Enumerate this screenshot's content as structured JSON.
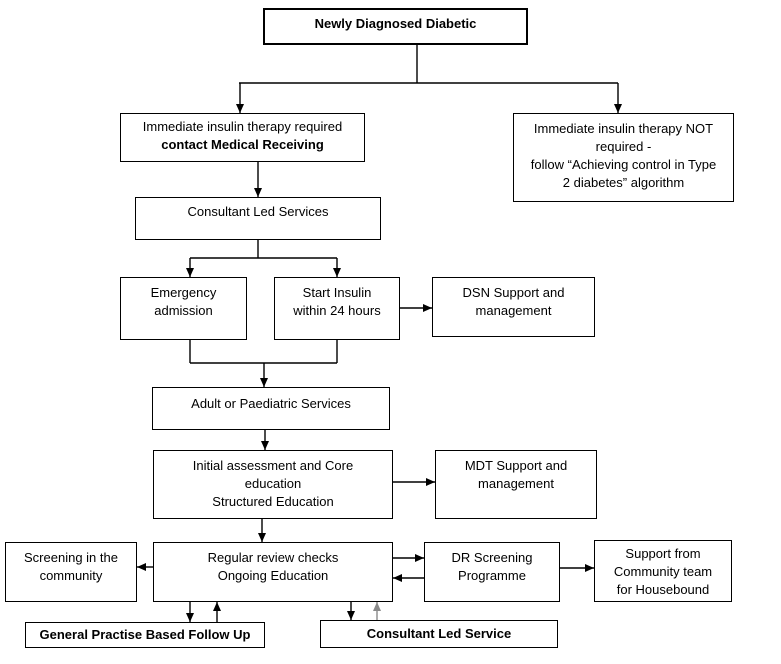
{
  "nodes": [
    {
      "id": "newly-diagnosed-diabetic",
      "lines": [
        "Newly Diagnosed Diabetic"
      ]
    },
    {
      "id": "immediate-insulin-required",
      "lines": [
        "Immediate insulin therapy required",
        "contact Medical Receiving"
      ]
    },
    {
      "id": "immediate-insulin-not-required",
      "lines": [
        "Immediate insulin therapy NOT",
        "required -",
        "follow “Achieving control in Type",
        "2 diabetes” algorithm"
      ]
    },
    {
      "id": "consultant-led-services",
      "lines": [
        "Consultant Led Services"
      ]
    },
    {
      "id": "emergency-admission",
      "lines": [
        "Emergency",
        "admission"
      ]
    },
    {
      "id": "start-insulin-24h",
      "lines": [
        "Start Insulin",
        "within 24 hours"
      ]
    },
    {
      "id": "dsn-support",
      "lines": [
        "DSN Support and",
        "management"
      ]
    },
    {
      "id": "adult-paediatric-services",
      "lines": [
        "Adult or Paediatric Services"
      ]
    },
    {
      "id": "initial-assessment",
      "lines": [
        "Initial assessment and Core",
        "education",
        "Structured Education"
      ]
    },
    {
      "id": "mdt-support",
      "lines": [
        "MDT Support and",
        "management"
      ]
    },
    {
      "id": "screening-community",
      "lines": [
        "Screening in the",
        "community"
      ]
    },
    {
      "id": "regular-review",
      "lines": [
        "Regular review checks",
        "Ongoing Education"
      ]
    },
    {
      "id": "dr-screening",
      "lines": [
        "DR Screening",
        "Programme"
      ]
    },
    {
      "id": "community-team-support",
      "lines": [
        "Support from",
        "Community team",
        "for Housebound"
      ]
    },
    {
      "id": "gp-follow-up",
      "lines": [
        "General Practise Based Follow Up"
      ]
    },
    {
      "id": "consultant-led-service",
      "lines": [
        "Consultant Led Service"
      ]
    }
  ],
  "edges": [
    {
      "from": "newly-diagnosed-diabetic",
      "to": "immediate-insulin-required"
    },
    {
      "from": "newly-diagnosed-diabetic",
      "to": "immediate-insulin-not-required"
    },
    {
      "from": "immediate-insulin-required",
      "to": "consultant-led-services"
    },
    {
      "from": "consultant-led-services",
      "to": "emergency-admission"
    },
    {
      "from": "consultant-led-services",
      "to": "start-insulin-24h"
    },
    {
      "from": "start-insulin-24h",
      "to": "dsn-support"
    },
    {
      "from": "emergency-admission",
      "to": "adult-paediatric-services"
    },
    {
      "from": "start-insulin-24h",
      "to": "adult-paediatric-services"
    },
    {
      "from": "adult-paediatric-services",
      "to": "initial-assessment"
    },
    {
      "from": "initial-assessment",
      "to": "mdt-support"
    },
    {
      "from": "initial-assessment",
      "to": "regular-review"
    },
    {
      "from": "regular-review",
      "to": "screening-community"
    },
    {
      "from": "regular-review",
      "to": "dr-screening"
    },
    {
      "from": "dr-screening",
      "to": "regular-review"
    },
    {
      "from": "dr-screening",
      "to": "community-team-support"
    },
    {
      "from": "regular-review",
      "to": "gp-follow-up"
    },
    {
      "from": "gp-follow-up",
      "to": "regular-review"
    },
    {
      "from": "regular-review",
      "to": "consultant-led-service"
    },
    {
      "from": "consultant-led-service",
      "to": "regular-review",
      "color": "gray"
    }
  ],
  "colors": {
    "box_border": "#000000",
    "background": "#ffffff",
    "text": "#000000",
    "return_arrow_gray": "#8a8a8a"
  }
}
